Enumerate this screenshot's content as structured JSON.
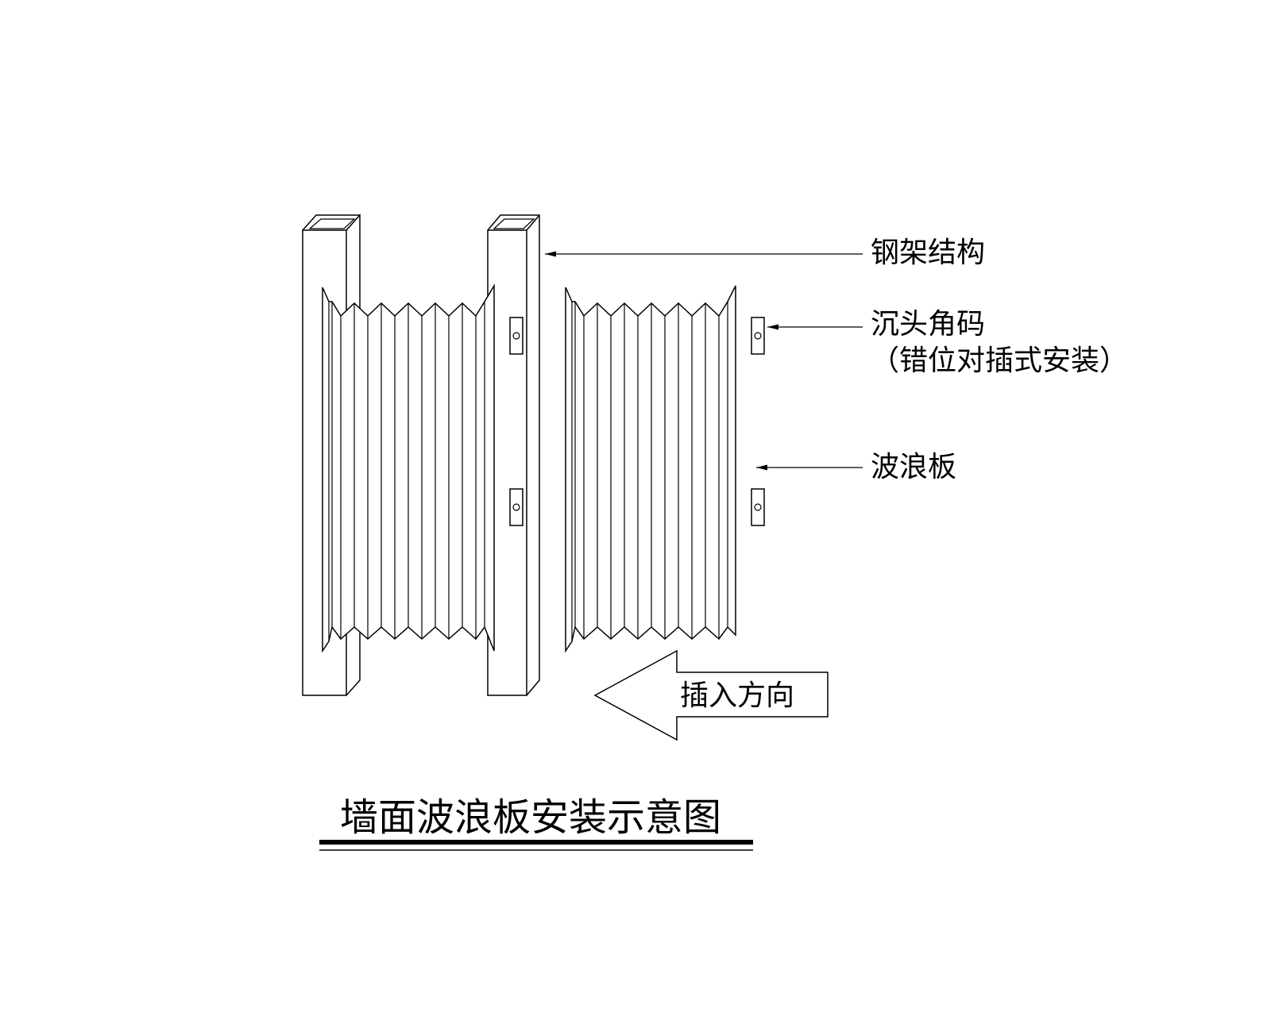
{
  "diagram": {
    "title": "墙面波浪板安装示意图",
    "labels": {
      "steel_frame": "钢架结构",
      "countersunk_bracket": "沉头角码",
      "bracket_note": "（错位对插式安装）",
      "corrugated_panel": "波浪板",
      "insert_direction": "插入方向"
    },
    "colors": {
      "line": "#000000",
      "background": "#ffffff"
    }
  }
}
